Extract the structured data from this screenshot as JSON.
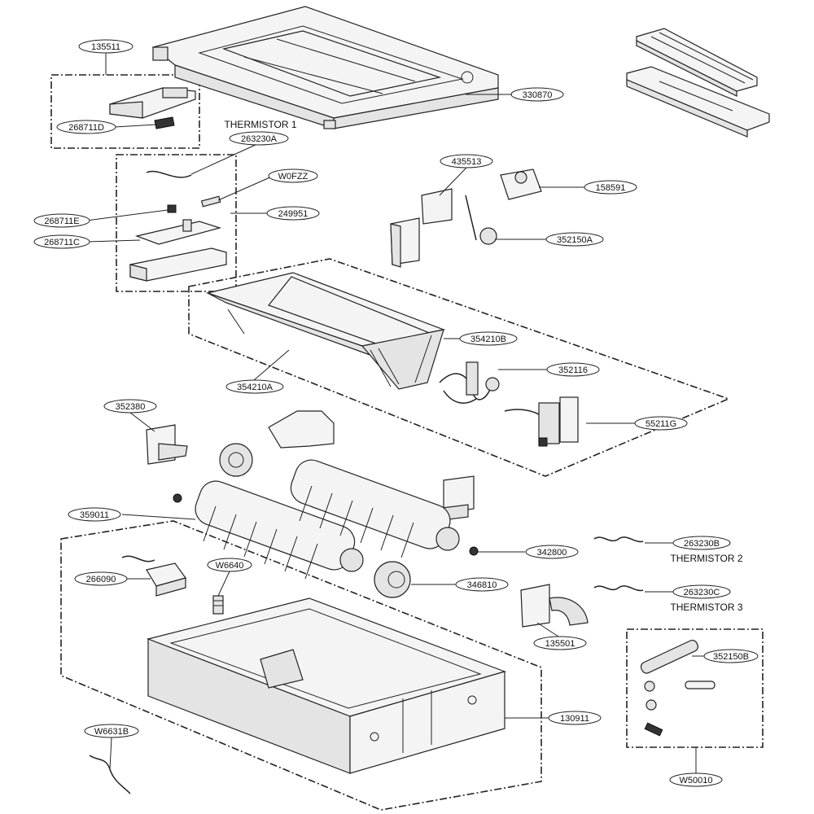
{
  "diagram": {
    "callouts": {
      "c135511": "135511",
      "c268711D": "268711D",
      "c330870": "330870",
      "c263230A": "263230A",
      "c W0FZZ": "W0FZZ",
      "c268711E": "268711E",
      "c249951": "249951",
      "c268711C": "268711C",
      "c435513": "435513",
      "c158591": "158591",
      "c352150A": "352150A",
      "c354210B": "354210B",
      "c352116": "352116",
      "c354210A": "354210A",
      "c352380": "352380",
      "c55211G": "55211G",
      "c359011": "359011",
      "c342800": "342800",
      "c263230B": "263230B",
      "c W6640": "W6640",
      "c266090": "266090",
      "c346810": "346810",
      "c263230C": "263230C",
      "c135501": "135501",
      "c352150B": "352150B",
      "c130911": "130911",
      "c W6631B": "W6631B",
      "c W50010": "W50010"
    },
    "captions": {
      "thermistor1": "THERMISTOR 1",
      "thermistor2": "THERMISTOR 2",
      "thermistor3": "THERMISTOR 3"
    }
  }
}
